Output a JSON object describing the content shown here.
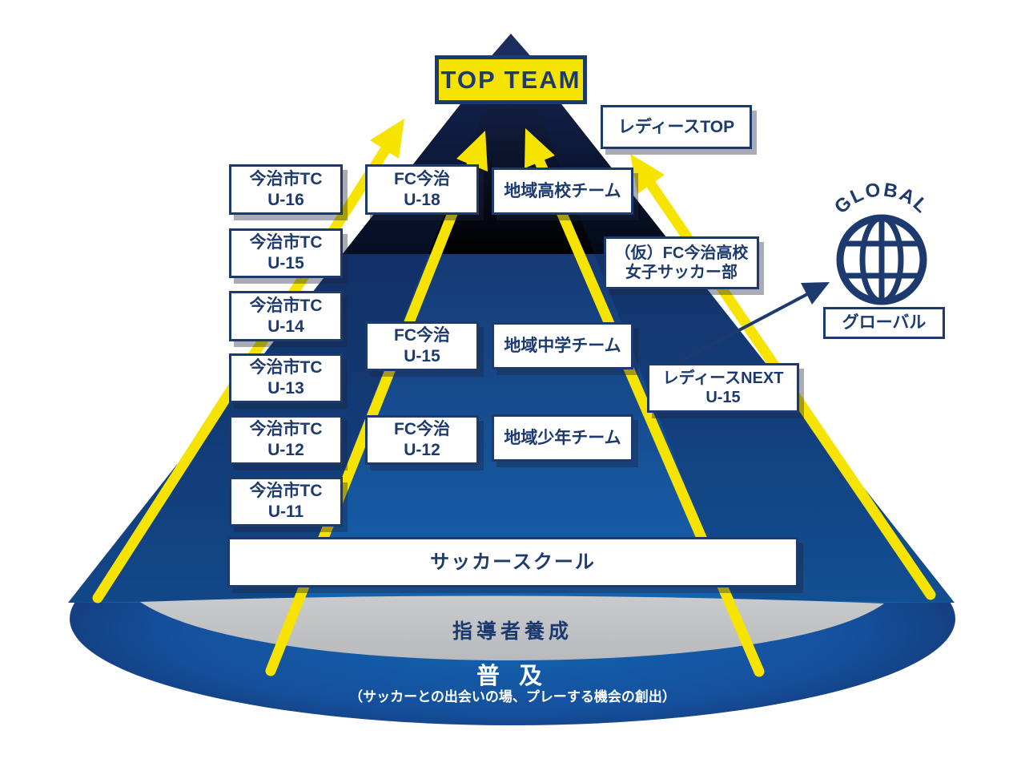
{
  "top_team": {
    "label": "TOP TEAM"
  },
  "boxes": [
    {
      "id": "tc_u16",
      "label": "今治市TC\nU-16"
    },
    {
      "id": "tc_u15",
      "label": "今治市TC\nU-15"
    },
    {
      "id": "tc_u14",
      "label": "今治市TC\nU-14"
    },
    {
      "id": "tc_u13",
      "label": "今治市TC\nU-13"
    },
    {
      "id": "tc_u12",
      "label": "今治市TC\nU-12"
    },
    {
      "id": "tc_u11",
      "label": "今治市TC\nU-11"
    },
    {
      "id": "fc_u18",
      "label": "FC今治\nU-18"
    },
    {
      "id": "fc_u15",
      "label": "FC今治\nU-15"
    },
    {
      "id": "fc_u12",
      "label": "FC今治\nU-12"
    },
    {
      "id": "area_highschool_team",
      "label": "地域高校チーム"
    },
    {
      "id": "area_juniorhigh_team",
      "label": "地域中学チーム"
    },
    {
      "id": "area_youth_team",
      "label": "地域少年チーム"
    },
    {
      "id": "ladies_top",
      "label": "レディースTOP"
    },
    {
      "id": "ladies_highschool",
      "label": "（仮）FC今治高校\n女子サッカー部"
    },
    {
      "id": "ladies_next",
      "label": "レディースNEXT\nU-15"
    },
    {
      "id": "soccer_school",
      "label": "サッカースクール"
    },
    {
      "id": "global_label",
      "label": "グローバル"
    }
  ],
  "global": {
    "arc_label": "GLOBAL"
  },
  "base_layers": {
    "coach_development": "指導者養成",
    "spread": "普 及",
    "spread_note": "（サッカーとの出会いの場、プレーする機会の創出）"
  },
  "colors": {
    "navy": "#1d3a6e",
    "yellow": "#f7e300",
    "cone_top": "#1b2c5e",
    "cone_bottom": "#1563b0",
    "base_center": "#1166b2",
    "base_edge": "#132f66",
    "gray_band": "#c5c6c8"
  }
}
